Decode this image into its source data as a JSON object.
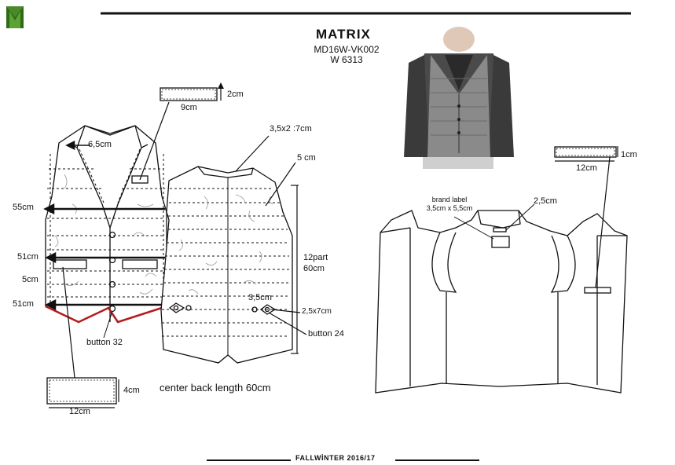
{
  "header": {
    "title": "MATRIX",
    "model_code": "MD16W-VK002",
    "fabric_code": "W 6313"
  },
  "footer": {
    "season": "FALLWİNTER 2016/17"
  },
  "measurements": {
    "top_label_height": "2cm",
    "top_label_width": "9cm",
    "lapel": "6,5cm",
    "front_55": "55cm",
    "front_51_a": "51cm",
    "pocket_5": "5cm",
    "front_51_b": "51cm",
    "button_front": "button 32",
    "bottom_label_height": "4cm",
    "bottom_label_width": "12cm",
    "back_tab": "3,5x2 :7cm",
    "back_5cm": "5 cm",
    "back_parts": "12part",
    "back_60": "60cm",
    "back_35": "3,5cm",
    "back_tab2": "2,5x7cm",
    "button_back": "button 24",
    "center_back": "center back length 60cm",
    "right_label_height": "1cm",
    "right_label_width": "12cm",
    "brand_label_title": "brand label",
    "brand_label_size": "3,5cm x 5,5cm",
    "inner_25": "2,5cm"
  }
}
